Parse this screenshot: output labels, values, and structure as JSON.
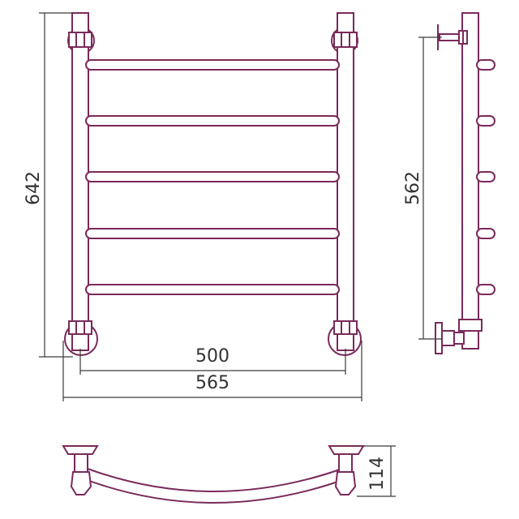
{
  "drawing": {
    "dimensions": {
      "height_total": "642",
      "height_axis": "562",
      "width_axis": "500",
      "width_total": "565",
      "depth": "114"
    }
  },
  "colors": {
    "product_stroke": "#7a2a5a",
    "dimension_stroke": "#3a3a3a",
    "background": "#ffffff"
  }
}
